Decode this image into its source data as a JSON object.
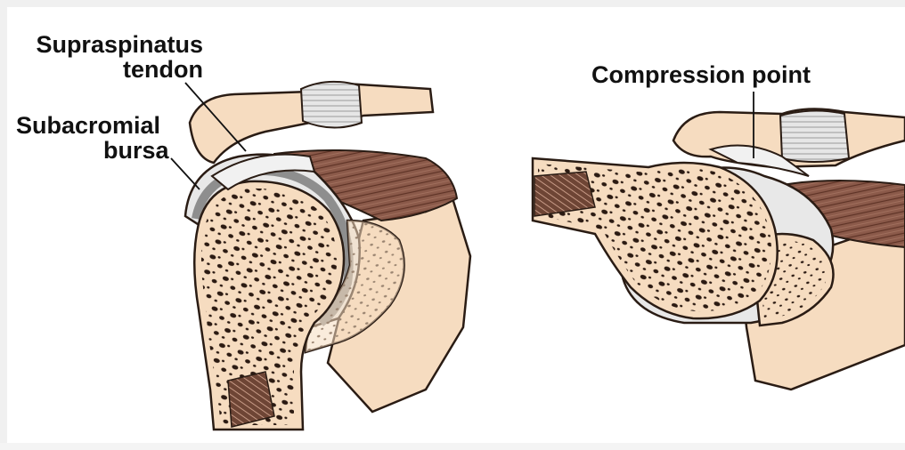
{
  "labels": {
    "supraspinatus_line1": "Supraspinatus",
    "supraspinatus_line2": "tendon",
    "subacromial_line1": "Subacromial",
    "subacromial_line2": "bursa",
    "compression": "Compression point"
  },
  "colors": {
    "bone": "#f6dcc0",
    "bone_outline": "#2a1c14",
    "pore": "#2b1a12",
    "cartilage": "#8e8e8e",
    "cartilage_light": "#d8d8d8",
    "muscle": "#8b5a4a",
    "muscle_dark": "#6b3a2c",
    "marrow": "#6e4535",
    "background": "#ffffff"
  }
}
